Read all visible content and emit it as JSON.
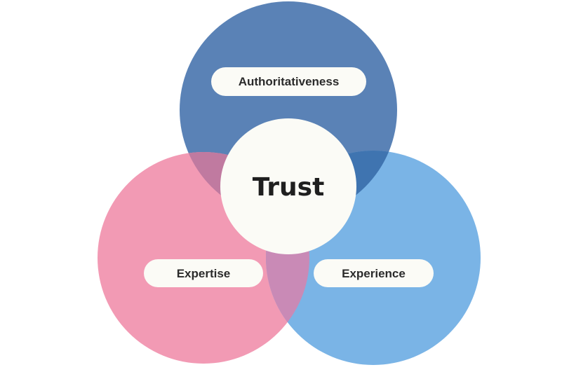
{
  "diagram": {
    "center": {
      "label": "Trust"
    },
    "circles": [
      {
        "id": "authoritativeness",
        "label": "Authoritativeness",
        "color": "#5a82b6"
      },
      {
        "id": "expertise",
        "label": "Expertise",
        "color": "#f29ab4"
      },
      {
        "id": "experience",
        "label": "Experience",
        "color": "#7ab4e6"
      }
    ],
    "overlap_colors": {
      "authoritativeness_expertise": "#c07aa0",
      "authoritativeness_experience": "#3f74b0",
      "expertise_experience": "#c98ab6"
    },
    "center_fill": "#fbfbf6",
    "pill_fill": "#fbfbf6"
  }
}
